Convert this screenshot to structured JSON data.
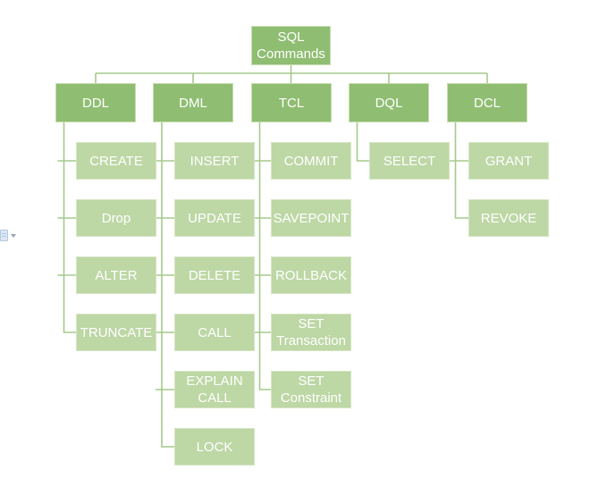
{
  "diagram": {
    "root_label": "SQL Commands",
    "branches": [
      {
        "label": "DDL",
        "children": [
          "CREATE",
          "Drop",
          "ALTER",
          "TRUNCATE"
        ]
      },
      {
        "label": "DML",
        "children": [
          "INSERT",
          "UPDATE",
          "DELETE",
          "CALL",
          "EXPLAIN CALL",
          "LOCK"
        ]
      },
      {
        "label": "TCL",
        "children": [
          "COMMIT",
          "SAVEPOINT",
          "ROLLBACK",
          "SET Transaction",
          "SET Constraint"
        ]
      },
      {
        "label": "DQL",
        "children": [
          "SELECT"
        ]
      },
      {
        "label": "DCL",
        "children": [
          "GRANT",
          "REVOKE"
        ]
      }
    ]
  },
  "icons": {
    "left_edge_button": "paste-options-clipboard-icon",
    "left_edge_arrow": "dropdown-arrow-icon"
  },
  "colors": {
    "background": "#ffffff",
    "level1_fill": "#8fbd72",
    "level1_border": "#c6deb0",
    "level2_fill": "#bdd7a5",
    "level2_border": "#d5e6c3",
    "connector": "#a5ca8b",
    "node_text": "#ffffff",
    "side_icon_fill": "#dce7f3",
    "side_icon_border": "#b3c9e2",
    "side_icon_arrow": "#93a4ba"
  }
}
